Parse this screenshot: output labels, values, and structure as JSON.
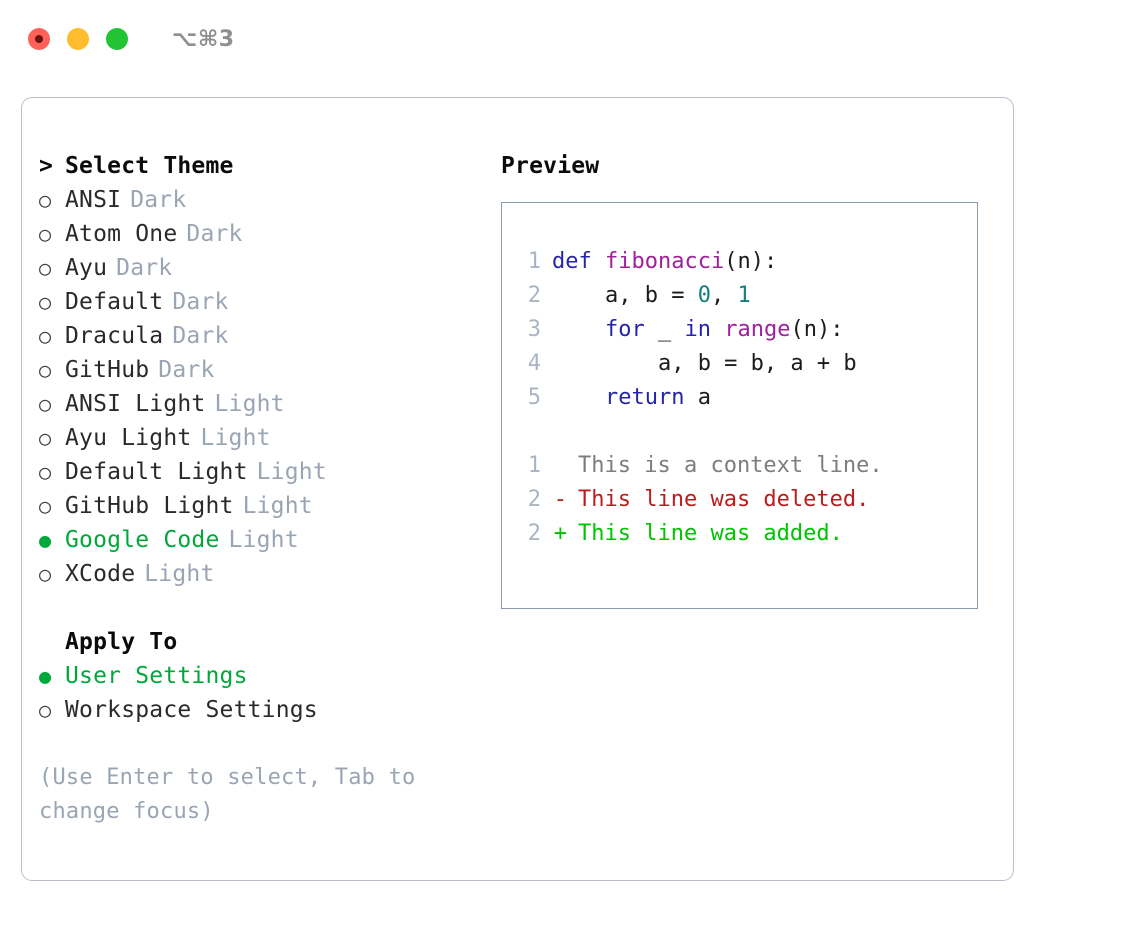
{
  "window": {
    "title": "⌥⌘3",
    "traffic_lights": [
      "close",
      "minimize",
      "maximize"
    ],
    "colors": {
      "close": "#ff6058",
      "minimize": "#ffbd2e",
      "maximize": "#22c433",
      "accent_green": "#00a83c",
      "panel_border": "#b8c0cb",
      "code_border": "#8b9aad",
      "muted_text": "#9aa5b4"
    }
  },
  "theme_list": {
    "header": {
      "caret": ">",
      "label": "Select Theme"
    },
    "items": [
      {
        "bullet": "○",
        "name": "ANSI",
        "tag": "Dark",
        "selected": false
      },
      {
        "bullet": "○",
        "name": "Atom One",
        "tag": "Dark",
        "selected": false
      },
      {
        "bullet": "○",
        "name": "Ayu",
        "tag": "Dark",
        "selected": false
      },
      {
        "bullet": "○",
        "name": "Default",
        "tag": "Dark",
        "selected": false
      },
      {
        "bullet": "○",
        "name": "Dracula",
        "tag": "Dark",
        "selected": false
      },
      {
        "bullet": "○",
        "name": "GitHub",
        "tag": "Dark",
        "selected": false
      },
      {
        "bullet": "○",
        "name": "ANSI Light",
        "tag": "Light",
        "selected": false
      },
      {
        "bullet": "○",
        "name": "Ayu Light",
        "tag": "Light",
        "selected": false
      },
      {
        "bullet": "○",
        "name": "Default Light",
        "tag": "Light",
        "selected": false
      },
      {
        "bullet": "○",
        "name": "GitHub Light",
        "tag": "Light",
        "selected": false
      },
      {
        "bullet": "●",
        "name": "Google Code",
        "tag": "Light",
        "selected": true
      },
      {
        "bullet": "○",
        "name": "XCode",
        "tag": "Light",
        "selected": false
      }
    ]
  },
  "apply_to": {
    "header": {
      "caret": "",
      "label": "Apply To"
    },
    "items": [
      {
        "bullet": "●",
        "name": "User Settings",
        "tag": "",
        "selected": true
      },
      {
        "bullet": "○",
        "name": "Workspace Settings",
        "tag": "",
        "selected": false
      }
    ]
  },
  "hint": "(Use Enter to select, Tab to change focus)",
  "preview": {
    "title": "Preview",
    "code_lines": [
      {
        "number": "1",
        "tokens": [
          {
            "text": "def ",
            "type": "kw"
          },
          {
            "text": "fibonacci",
            "type": "fn"
          },
          {
            "text": "(n):",
            "type": "pl"
          }
        ]
      },
      {
        "number": "2",
        "tokens": [
          {
            "text": "    a, b = ",
            "type": "pl"
          },
          {
            "text": "0",
            "type": "num"
          },
          {
            "text": ", ",
            "type": "pl"
          },
          {
            "text": "1",
            "type": "num"
          }
        ]
      },
      {
        "number": "3",
        "tokens": [
          {
            "text": "    ",
            "type": "pl"
          },
          {
            "text": "for",
            "type": "kw"
          },
          {
            "text": " _ ",
            "type": "pl"
          },
          {
            "text": "in",
            "type": "kw"
          },
          {
            "text": " ",
            "type": "pl"
          },
          {
            "text": "range",
            "type": "fn"
          },
          {
            "text": "(n):",
            "type": "pl"
          }
        ]
      },
      {
        "number": "4",
        "tokens": [
          {
            "text": "        a, b = b, a + b",
            "type": "pl"
          }
        ]
      },
      {
        "number": "5",
        "tokens": [
          {
            "text": "    ",
            "type": "pl"
          },
          {
            "text": "return",
            "type": "kw"
          },
          {
            "text": " a",
            "type": "pl"
          }
        ]
      }
    ],
    "diff_lines": [
      {
        "number": "1",
        "marker": "",
        "text": "This is a context line.",
        "type": "ctx"
      },
      {
        "number": "2",
        "marker": "-",
        "text": "This line was deleted.",
        "type": "del"
      },
      {
        "number": "2",
        "marker": "+",
        "text": "This line was added.",
        "type": "add"
      }
    ]
  }
}
